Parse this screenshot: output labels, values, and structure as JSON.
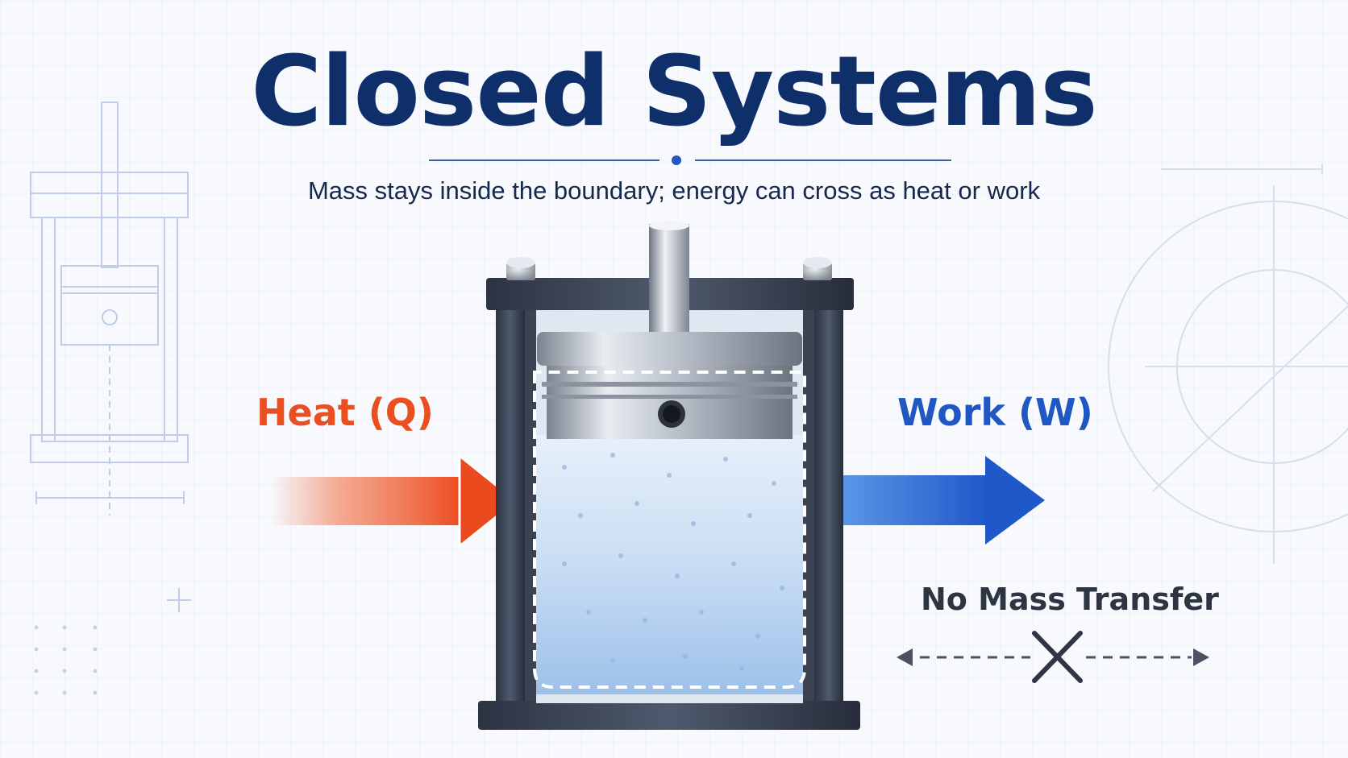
{
  "title": "Closed Systems",
  "subtitle": "Mass stays inside the boundary; energy can cross as heat or work",
  "heat_label": "Heat (Q)",
  "work_label": "Work (W)",
  "no_mass_label": "No Mass Transfer",
  "colors": {
    "title": "#0f2f6b",
    "heat": "#ea4f22",
    "work": "#1f57c3",
    "boundary": "#ffffff",
    "gas": "#bcd6f2"
  }
}
